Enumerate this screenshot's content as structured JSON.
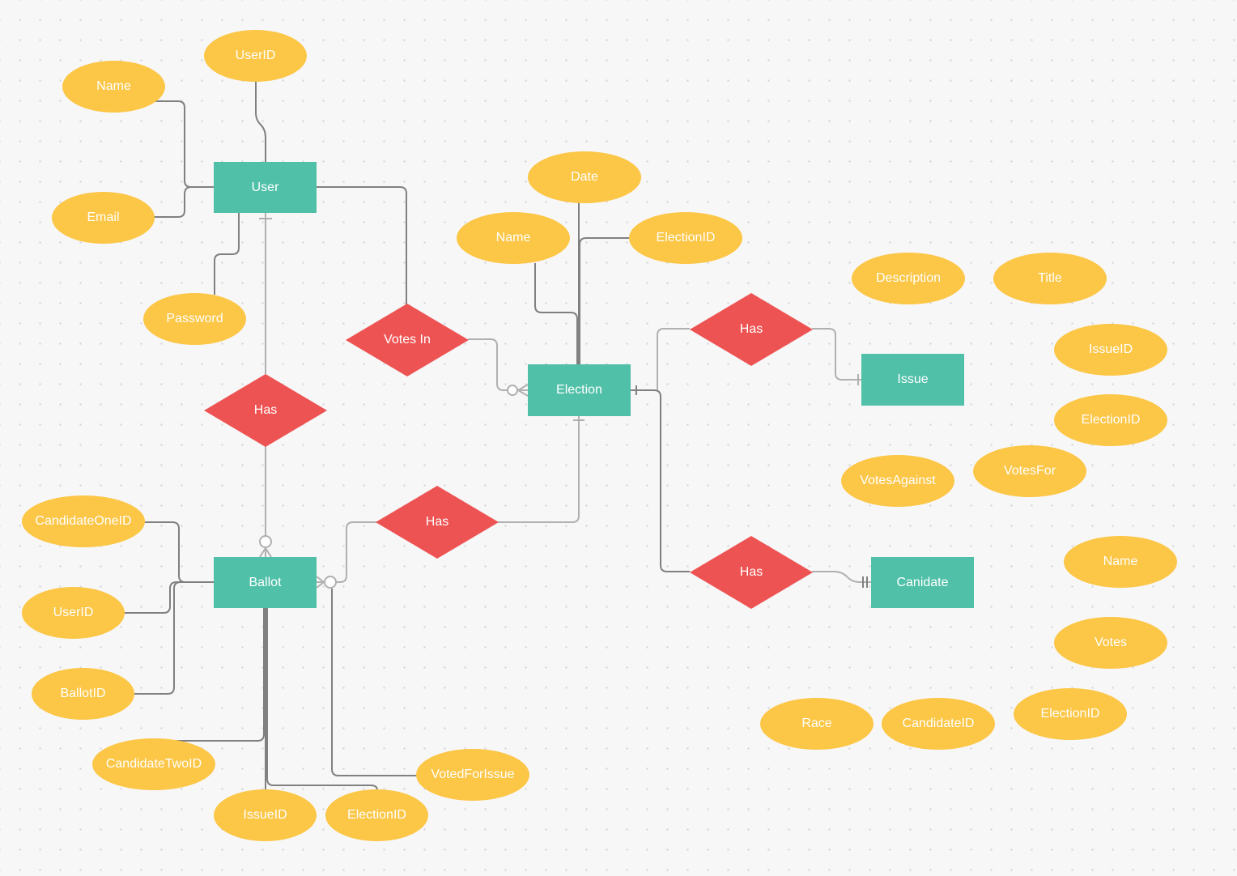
{
  "colors": {
    "entity": "#50c0a8",
    "relationship": "#ee5353",
    "attribute": "#fcc646",
    "line": "#808080",
    "line_light": "#b0b0b0"
  },
  "entities": {
    "user": "User",
    "election": "Election",
    "ballot": "Ballot",
    "issue": "Issue",
    "candidate": "Canidate"
  },
  "relationships": {
    "votes_in": "Votes In",
    "user_ballot": "Has",
    "ballot_election": "Has",
    "election_issue": "Has",
    "election_candidate": "Has"
  },
  "attributes": {
    "user": {
      "user_id": "UserID",
      "name": "Name",
      "email": "Email",
      "password": "Password"
    },
    "election": {
      "date": "Date",
      "name": "Name",
      "election_id": "ElectionID"
    },
    "issue": {
      "description": "Description",
      "title": "Title",
      "issue_id": "IssueID",
      "election_id": "ElectionID",
      "votes_against": "VotesAgainst",
      "votes_for": "VotesFor"
    },
    "candidate": {
      "name": "Name",
      "votes": "Votes",
      "race": "Race",
      "candidate_id": "CandidateID",
      "election_id": "ElectionID"
    },
    "ballot": {
      "candidate_one_id": "CandidateOneID",
      "user_id": "UserID",
      "ballot_id": "BallotID",
      "candidate_two_id": "CandidateTwoID",
      "issue_id": "IssueID",
      "election_id": "ElectionID",
      "voted_for_issue": "VotedForIssue"
    }
  }
}
